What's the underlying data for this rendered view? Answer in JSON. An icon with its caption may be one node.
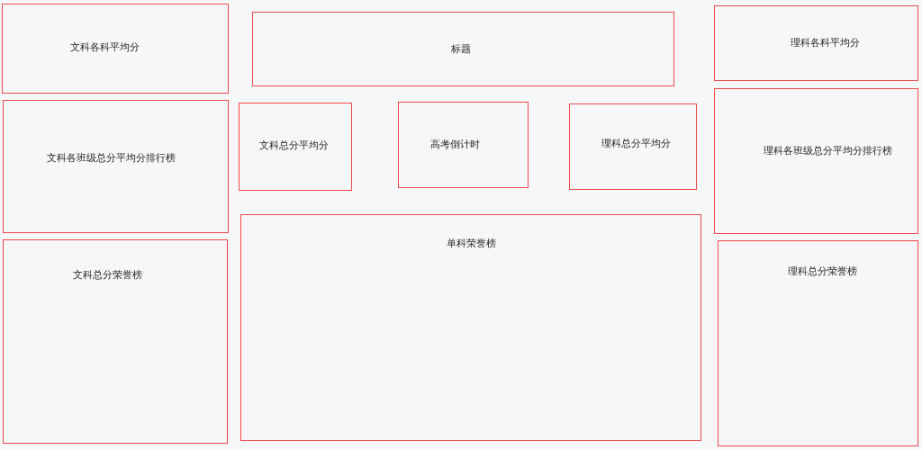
{
  "diagram": {
    "nodes": [
      {
        "text": [
          "文科各科平均分"
        ]
      },
      {
        "text": [
          "标题"
        ]
      },
      {
        "text": [
          "理科各科平均分"
        ]
      },
      {
        "text": [
          "文科各班级总分平均分排行榜"
        ]
      },
      {
        "text": [
          "文科总分平均分"
        ]
      },
      {
        "text": [
          "高考倒计时"
        ]
      },
      {
        "text": [
          "理科总分平均分"
        ]
      },
      {
        "text": [
          "理科各班级总分平均分排行榜"
        ]
      },
      {
        "text": [
          "文科总分荣誉榜"
        ]
      },
      {
        "text": [
          "单科荣誉榜"
        ]
      },
      {
        "text": [
          "理科总分荣誉榜"
        ]
      }
    ]
  }
}
